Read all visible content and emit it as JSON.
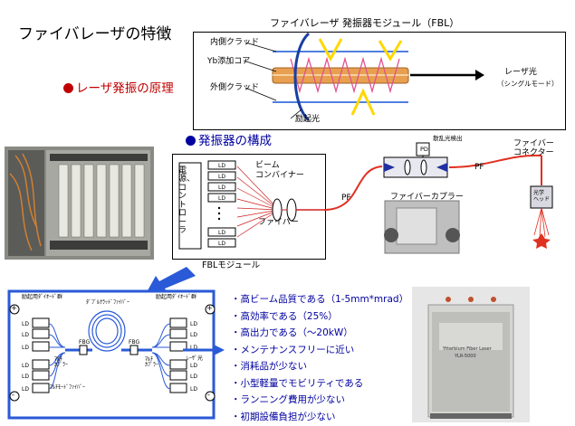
{
  "page": {
    "title": "ファイバレーザの特徴"
  },
  "section1": {
    "heading": "レーザ発振の原理",
    "bullet_color": "#c00000"
  },
  "section2": {
    "heading": "発振器の構成",
    "bullet_color": "#0000a0"
  },
  "fbl_module_diagram": {
    "title": "ファイバレーザ 発振器モジュール（FBL）",
    "labels": {
      "inner_clad": "内側クラッド",
      "core": "Yb添加コア",
      "outer_clad": "外側クラッド",
      "pump": "励起光",
      "laser": "レーザ光",
      "laser_mode": "（シングルモード）"
    }
  },
  "oscillator_diagram": {
    "power_controller": "電源、コントローラ",
    "ld_label": "LD",
    "ld_count": 6,
    "beam_combiner": "ビーム\nコンバイナー",
    "fiber": "ファイバー",
    "module_label": "FBLモジュール",
    "pf_left": "PF",
    "pf_right": "PF",
    "coupler": "ファイバーカプラー",
    "pd_label": "散乱光検出",
    "pd": "PD",
    "connector": "ファイバー\nコネクター",
    "head": "光学\nヘッド"
  },
  "detail_diagram": {
    "left_group": "励起用ﾀﾞｲｵｰﾄﾞ群",
    "right_group": "励起用ﾀﾞｲｵｰﾄﾞ群",
    "double_clad": "ﾀﾞﾌﾞﾙｸﾗｯﾄﾞﾌｧｲﾊﾞｰ",
    "multi_fiber": "ﾏﾙﾁﾓｰﾄﾞﾌｧｲﾊﾞｰ",
    "coupler_left": "ﾏﾙﾁ\nｶﾌﾟﾗｰ",
    "coupler_right": "ﾏﾙﾁ\nｶﾌﾟﾗｰ",
    "fbg": "FBG",
    "laser_out": "ﾚｰｻﾞ光",
    "ld": "LD",
    "plus": "+",
    "minus": "-"
  },
  "features": [
    "・高ビーム品質である（1-5mm*mrad）",
    "・高効率である（25%）",
    "・高出力である（～20kW）",
    "・メンテナンスフリーに近い",
    "・消耗品が少ない",
    "・小型軽量でモビリティである",
    "・ランニング費用が少ない",
    "・初期設備負担が少ない"
  ],
  "photo_label": {
    "line1": "Ytterbium Fiber Laser",
    "line2": "YLR-5000"
  },
  "colors": {
    "fiber_orange": "#e8a050",
    "core_zigzag": "#e05090",
    "clad_blue": "#5080e0",
    "arrow_yellow": "#ffd800",
    "arrow_blue": "#2a5ad8"
  }
}
